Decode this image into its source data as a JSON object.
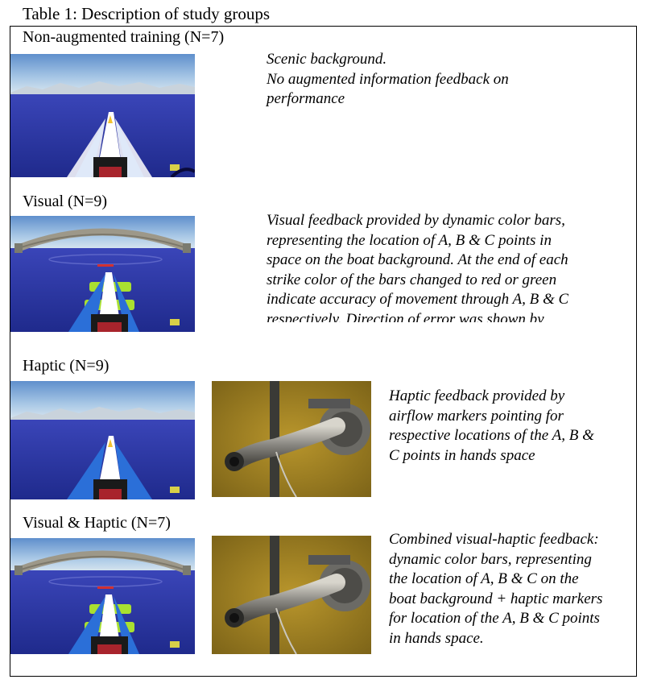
{
  "caption": "Table 1: Description of study groups",
  "groups": [
    {
      "label": "Non-augmented training (N=7)",
      "desc_lines": [
        "Scenic background.",
        "No augmented information feedback on",
        "performance"
      ]
    },
    {
      "label": "Visual (N=9)",
      "desc_lines": [
        "Visual feedback provided by dynamic color bars,",
        "representing the location of A, B & C points in",
        "space on the boat background. At the end of each",
        "strike color of the bars changed to red or green",
        "indicate accuracy of movement through A, B & C",
        "respectively. Direction of error was shown by"
      ]
    },
    {
      "label": "Haptic (N=9)",
      "desc_lines": [
        "Haptic feedback provided by",
        "airflow markers pointing for",
        "respective locations of the A, B &",
        "C points in hands space"
      ]
    },
    {
      "label": "Visual & Haptic (N=7)",
      "desc_lines": [
        "Combined visual-haptic feedback:",
        "dynamic color bars, representing",
        "the location of A, B & C on the",
        "boat background + haptic markers",
        "for location of the A, B & C points",
        "in hands space."
      ]
    }
  ]
}
